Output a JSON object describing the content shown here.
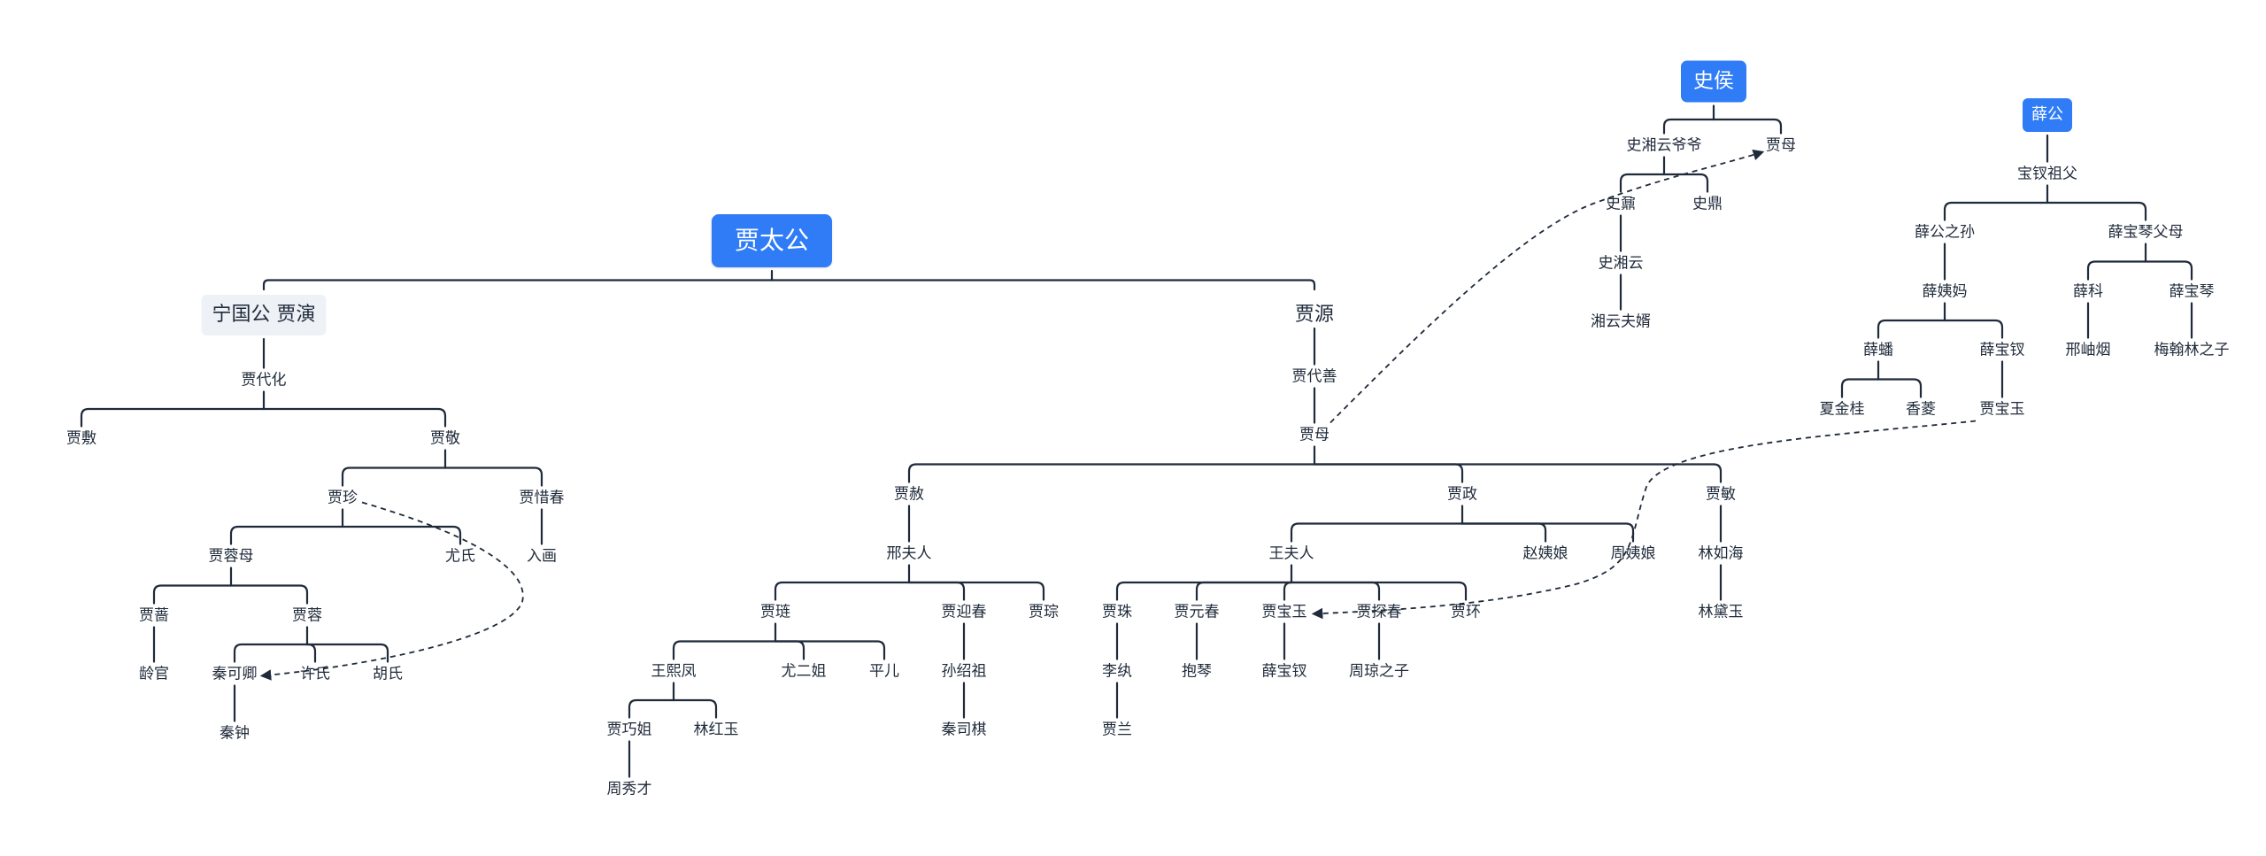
{
  "colors": {
    "accent": "#2f7cf6",
    "line": "#1f2a3a",
    "branch_bg": "#eef1f5"
  },
  "nodes": {
    "jia_taigong": "贾太公",
    "ningguogong": "宁国公 贾演",
    "jiadaihua": "贾代化",
    "l_jiashe": "贾敷",
    "l_jiajing": "贾敬",
    "jiazhen": "贾珍",
    "jiaxichun": "贾惜春",
    "jiarongmu": "贾蓉母",
    "youshi": "尤氏",
    "ruhua": "入画",
    "jiaqiang": "贾蔷",
    "jiarong": "贾蓉",
    "linguan": "龄官",
    "qinkeqing": "秦可卿",
    "xushi": "许氏",
    "hushi": "胡氏",
    "qinzhong": "秦钟",
    "jiayuan": "贾源",
    "jiadaishan": "贾代善",
    "jiamu_main": "贾母",
    "jiashe": "贾赦",
    "jiazheng": "贾政",
    "r_jiamin": "贾敏",
    "xingfuren": "邢夫人",
    "jialian": "贾琏",
    "jiayingchun": "贾迎春",
    "jiacong": "贾琮",
    "wangxifeng": "王熙凤",
    "youerjie": "尤二姐",
    "pinger": "平儿",
    "sunshaozu": "孙绍祖",
    "qiaojie": "贾巧姐",
    "linhongyu": "林红玉",
    "qinsiqi": "秦司棋",
    "zhouxiucai": "周秀才",
    "wangfuren": "王夫人",
    "zhaoyiniang": "赵姨娘",
    "zhouyiniang": "周姨娘",
    "linruhai": "林如海",
    "lindaiyu": "林黛玉",
    "jiazhu": "贾珠",
    "jiayuanchun": "贾元春",
    "jiabaoyu_main": "贾宝玉",
    "jiatanchun": "贾探春",
    "jiahuan": "贾环",
    "liwan": "李纨",
    "baoqin": "抱琴",
    "xuebaochai_main": "薛宝钗",
    "zhouqiongzhizi": "周琼之子",
    "jialan": "贾兰",
    "shihou": "史侯",
    "shixiangyun_grandpa": "史湘云爷爷",
    "jiamu_shi": "贾母",
    "shinai": "史鼐",
    "shiding": "史鼎",
    "shixiangyun": "史湘云",
    "xiangyun_husband": "湘云夫婿",
    "xuegong": "薛公",
    "baochai_grandpa": "宝钗祖父",
    "xuegongzhisun": "薛公之孙",
    "baoqin_parents": "薛宝琴父母",
    "xueyima": "薛姨妈",
    "xueke": "薛科",
    "xuebaoqin": "薛宝琴",
    "xuepan": "薛蟠",
    "xuebaochai_x": "薛宝钗",
    "xingxiuyan": "邢岫烟",
    "meihanlin_son": "梅翰林之子",
    "xiajingui": "夏金桂",
    "xiangling": "香菱",
    "jiabaoyu_x": "贾宝玉"
  }
}
